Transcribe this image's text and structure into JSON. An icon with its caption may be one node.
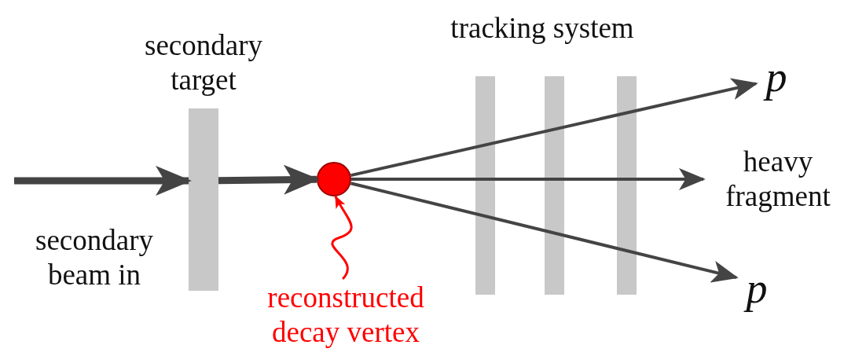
{
  "diagram": {
    "nodes": [
      {
        "text": [
          "secondary target"
        ]
      },
      {
        "text": [],
        "shape": "circle"
      },
      {
        "text": [
          "p"
        ]
      },
      {
        "text": [
          "heavy fragment"
        ]
      },
      {
        "text": [
          "p"
        ]
      },
      {
        "text": [
          "reconstructed decay vertex"
        ]
      }
    ],
    "edges": [
      {
        "from": null,
        "to": 0,
        "arrow": "to",
        "style": "thick"
      },
      {
        "from": 0,
        "to": 1,
        "arrow": "to",
        "style": "thick"
      },
      {
        "from": 1,
        "to": 2,
        "arrow": "to"
      },
      {
        "from": 1,
        "to": 3,
        "arrow": "to"
      },
      {
        "from": 1,
        "to": 4,
        "arrow": "to"
      },
      {
        "from": 5,
        "to": 1,
        "arrow": "to",
        "color": "#ff0000"
      }
    ],
    "labels": [
      "secondary beam in",
      "tracking system"
    ]
  }
}
